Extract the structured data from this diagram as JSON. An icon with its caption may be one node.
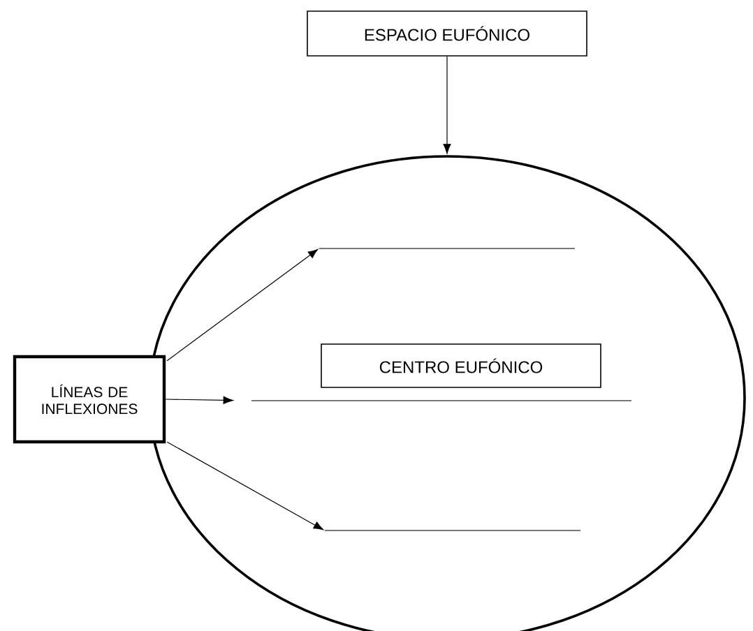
{
  "diagram": {
    "nodes": [
      {
        "text": [
          "ESPACIO EUFÓNICO"
        ]
      },
      {
        "text": [],
        "shape": "ellipse"
      },
      {
        "text": [
          "LÍNEAS DE INFLEXIONES"
        ]
      },
      {
        "text": [
          "CENTRO EUFÓNICO"
        ],
        "in": 1
      },
      {
        "text": [],
        "shape": "line",
        "in": 1
      },
      {
        "text": [],
        "shape": "line",
        "in": 1
      },
      {
        "text": [],
        "shape": "line",
        "in": 1
      }
    ],
    "edges": [
      {
        "from": 0,
        "to": 1,
        "arrow": "to"
      },
      {
        "from": 2,
        "to": 4,
        "arrow": "to"
      },
      {
        "from": 2,
        "to": 5,
        "arrow": "to"
      },
      {
        "from": 2,
        "to": 6,
        "arrow": "to"
      }
    ]
  }
}
